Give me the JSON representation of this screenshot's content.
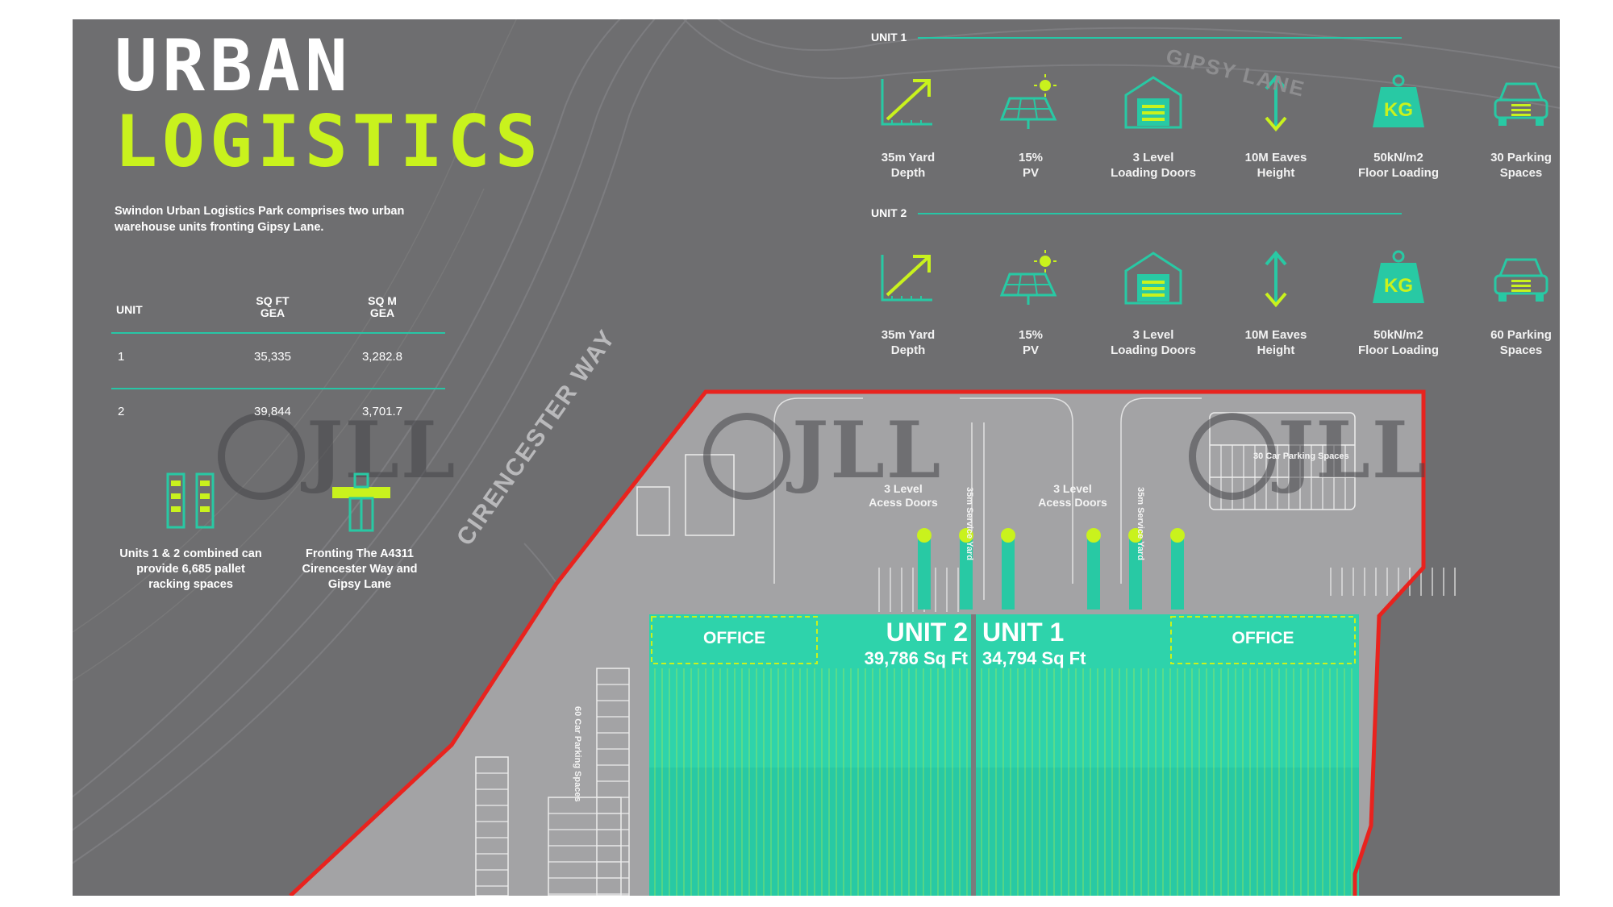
{
  "title": {
    "line1": "URBAN",
    "line2": "LOGISTICS"
  },
  "intro": "Swindon Urban Logistics Park comprises two urban warehouse units fronting Gipsy Lane.",
  "colors": {
    "board": "#6e6e70",
    "accent_lime": "#c9f21d",
    "accent_teal": "#27c6a6",
    "boundary_red": "#e8231e",
    "building": "#28c9a4"
  },
  "table": {
    "headers": {
      "unit": "UNIT",
      "sqft": "SQ FT\nGEA",
      "sqm": "SQ M\nGEA"
    },
    "rows": [
      {
        "unit": "1",
        "sqft": "35,335",
        "sqm": "3,282.8"
      },
      {
        "unit": "2",
        "sqft": "39,844",
        "sqm": "3,701.7"
      }
    ]
  },
  "features": [
    {
      "icon": "racking-icon",
      "text": "Units 1 & 2 combined can provide 6,685 pallet racking spaces"
    },
    {
      "icon": "road-junction-icon",
      "text": "Fronting The A4311 Cirencester Way and Gipsy Lane"
    }
  ],
  "units": [
    {
      "label": "UNIT 1",
      "specs": [
        {
          "icon": "yard-depth-icon",
          "line1": "35m Yard",
          "line2": "Depth"
        },
        {
          "icon": "solar-pv-icon",
          "line1": "15%",
          "line2": "PV"
        },
        {
          "icon": "loading-door-icon",
          "line1": "3 Level",
          "line2": "Loading Doors"
        },
        {
          "icon": "eaves-height-icon",
          "line1": "10M Eaves",
          "line2": "Height"
        },
        {
          "icon": "floor-loading-icon",
          "line1": "50kN/m2",
          "line2": "Floor Loading"
        },
        {
          "icon": "car-parking-icon",
          "line1": "30 Parking",
          "line2": "Spaces"
        }
      ]
    },
    {
      "label": "UNIT 2",
      "specs": [
        {
          "icon": "yard-depth-icon",
          "line1": "35m Yard",
          "line2": "Depth"
        },
        {
          "icon": "solar-pv-icon",
          "line1": "15%",
          "line2": "PV"
        },
        {
          "icon": "loading-door-icon",
          "line1": "3 Level",
          "line2": "Loading Doors"
        },
        {
          "icon": "eaves-height-icon",
          "line1": "10M Eaves",
          "line2": "Height"
        },
        {
          "icon": "floor-loading-icon",
          "line1": "50kN/m2",
          "line2": "Floor Loading"
        },
        {
          "icon": "car-parking-icon",
          "line1": "60 Parking",
          "line2": "Spaces"
        }
      ]
    }
  ],
  "kg_glyph": "KG",
  "watermark": "JLL",
  "site_plan": {
    "roads": {
      "cirencester": "CIRENCESTER WAY",
      "gipsy": "GIPSY LANE"
    },
    "unit2": {
      "name": "UNIT 2",
      "area": "39,786 Sq Ft"
    },
    "unit1": {
      "name": "UNIT 1",
      "area": "34,794 Sq Ft"
    },
    "office_left": "OFFICE",
    "office_right": "OFFICE",
    "doors_left": {
      "line1": "3 Level",
      "line2": "Acess Doors"
    },
    "doors_right": {
      "line1": "3 Level",
      "line2": "Acess Doors"
    },
    "service_yard": "35m Service Yard",
    "parking_60": "60 Car Parking Spaces",
    "parking_30": "30 Car Parking Spaces"
  }
}
